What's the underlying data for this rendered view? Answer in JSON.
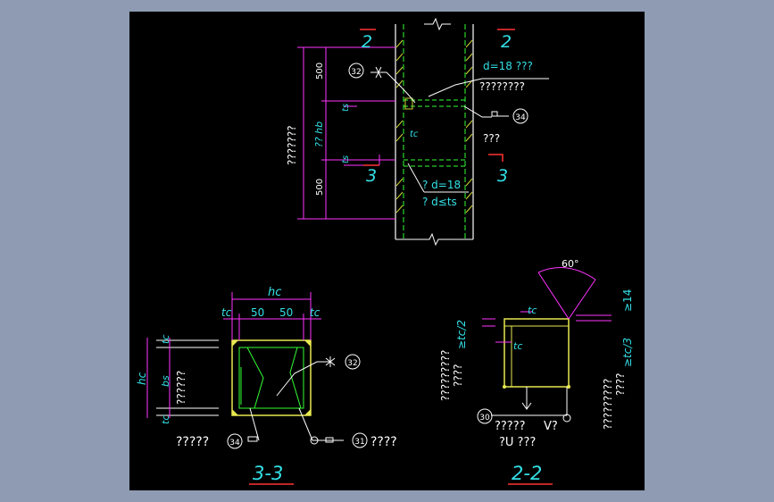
{
  "colors": {
    "background_outer": "#8e9bb3",
    "canvas": "#000000",
    "column_line": "#33ff33",
    "weld_hatch": "#c8d030",
    "dimension": "#ff33ff",
    "text_cyan": "#33e0e6",
    "text_white": "#ffffff",
    "section_underline": "#ff3333",
    "plate_yellow": "#e8e850"
  },
  "elevation": {
    "section_mark_top_left": "2",
    "section_mark_top_right": "2",
    "section_mark_mid_left": "3",
    "section_mark_mid_right": "3",
    "dim_top": "500",
    "dim_bottom": "500",
    "hb_label": "?? hb",
    "side_note": "???????",
    "ts_label_top": "ts",
    "ts_label_bottom": "ts",
    "tc_label": "tc",
    "weld_note_top_1": "d=18 ???",
    "weld_note_top_2": "????????",
    "weld_note_bottom_1": "? d=18",
    "weld_note_bottom_2": "? d≤ts",
    "note_right": "???",
    "callout_32": "32",
    "callout_34": "34"
  },
  "section_3_3": {
    "title": "3-3",
    "hc_label": "hc",
    "tc_left": "tc",
    "tc_right": "tc",
    "dim_50_left": "50",
    "dim_50_right": "50",
    "tc_vert_top": "tc",
    "tc_vert_bottom": "tc",
    "hc_vert": "hc",
    "bs_vert": "bs",
    "side_note": "??????",
    "callout_32": "32",
    "callout_34": "34",
    "callout_31": "31",
    "note_bottom_left": "?????",
    "note_bottom_right": "????"
  },
  "section_2_2": {
    "title": "2-2",
    "angle_label": "60°",
    "tc_top": "tc",
    "tc_side": "tc",
    "left_note_1": "?????????",
    "left_note_2": "????",
    "left_ratio": "≥tc/2",
    "right_note_1": "?????????",
    "right_note_2": "????",
    "right_ratio_1": "≥14",
    "right_ratio_2": "≥tc/3",
    "callout_30": "30",
    "note_bottom_1": "?????",
    "note_bottom_V": "V?",
    "note_bottom_2": "?U ???"
  }
}
